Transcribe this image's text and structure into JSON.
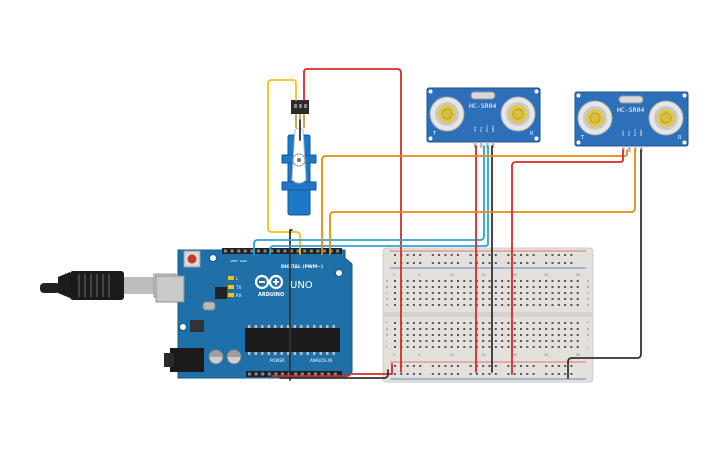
{
  "arduino": {
    "brand": "ARDUINO",
    "model": "UNO",
    "digital_label": "DIGITAL (PWM~)",
    "power_label": "POWER",
    "analog_label": "ANALOG IN",
    "led_l": "L",
    "led_tx": "TX",
    "led_rx": "RX",
    "aref": "AREF",
    "gnd": "GND"
  },
  "sensors": [
    {
      "model": "HC-SR04",
      "left_mark": "T",
      "right_mark": "R",
      "pins": [
        "VCC",
        "Trig",
        "Echo",
        "GND"
      ]
    },
    {
      "model": "HC-SR04",
      "left_mark": "T",
      "right_mark": "R",
      "pins": [
        "VCC",
        "Trig",
        "Echo",
        "GND"
      ]
    }
  ],
  "breadboard": {
    "col_numbers_top": [
      "1",
      "5",
      "10",
      "15",
      "20",
      "25",
      "30"
    ],
    "col_numbers_bottom": [
      "1",
      "5",
      "10",
      "15",
      "20",
      "25",
      "30"
    ],
    "row_letters_top": [
      "a",
      "b",
      "c",
      "d",
      "e"
    ],
    "row_letters_bottom": [
      "f",
      "g",
      "h",
      "i",
      "j"
    ]
  },
  "colors": {
    "board_blue": "#1f6fa8",
    "sensor_blue": "#2d6fb8",
    "wire_red": "#d22b2b",
    "wire_orange": "#e88a1a",
    "wire_yellow": "#f2c21b",
    "wire_blue": "#2ea0d8",
    "wire_black": "#333333",
    "breadboard": "#e4e1dc"
  }
}
